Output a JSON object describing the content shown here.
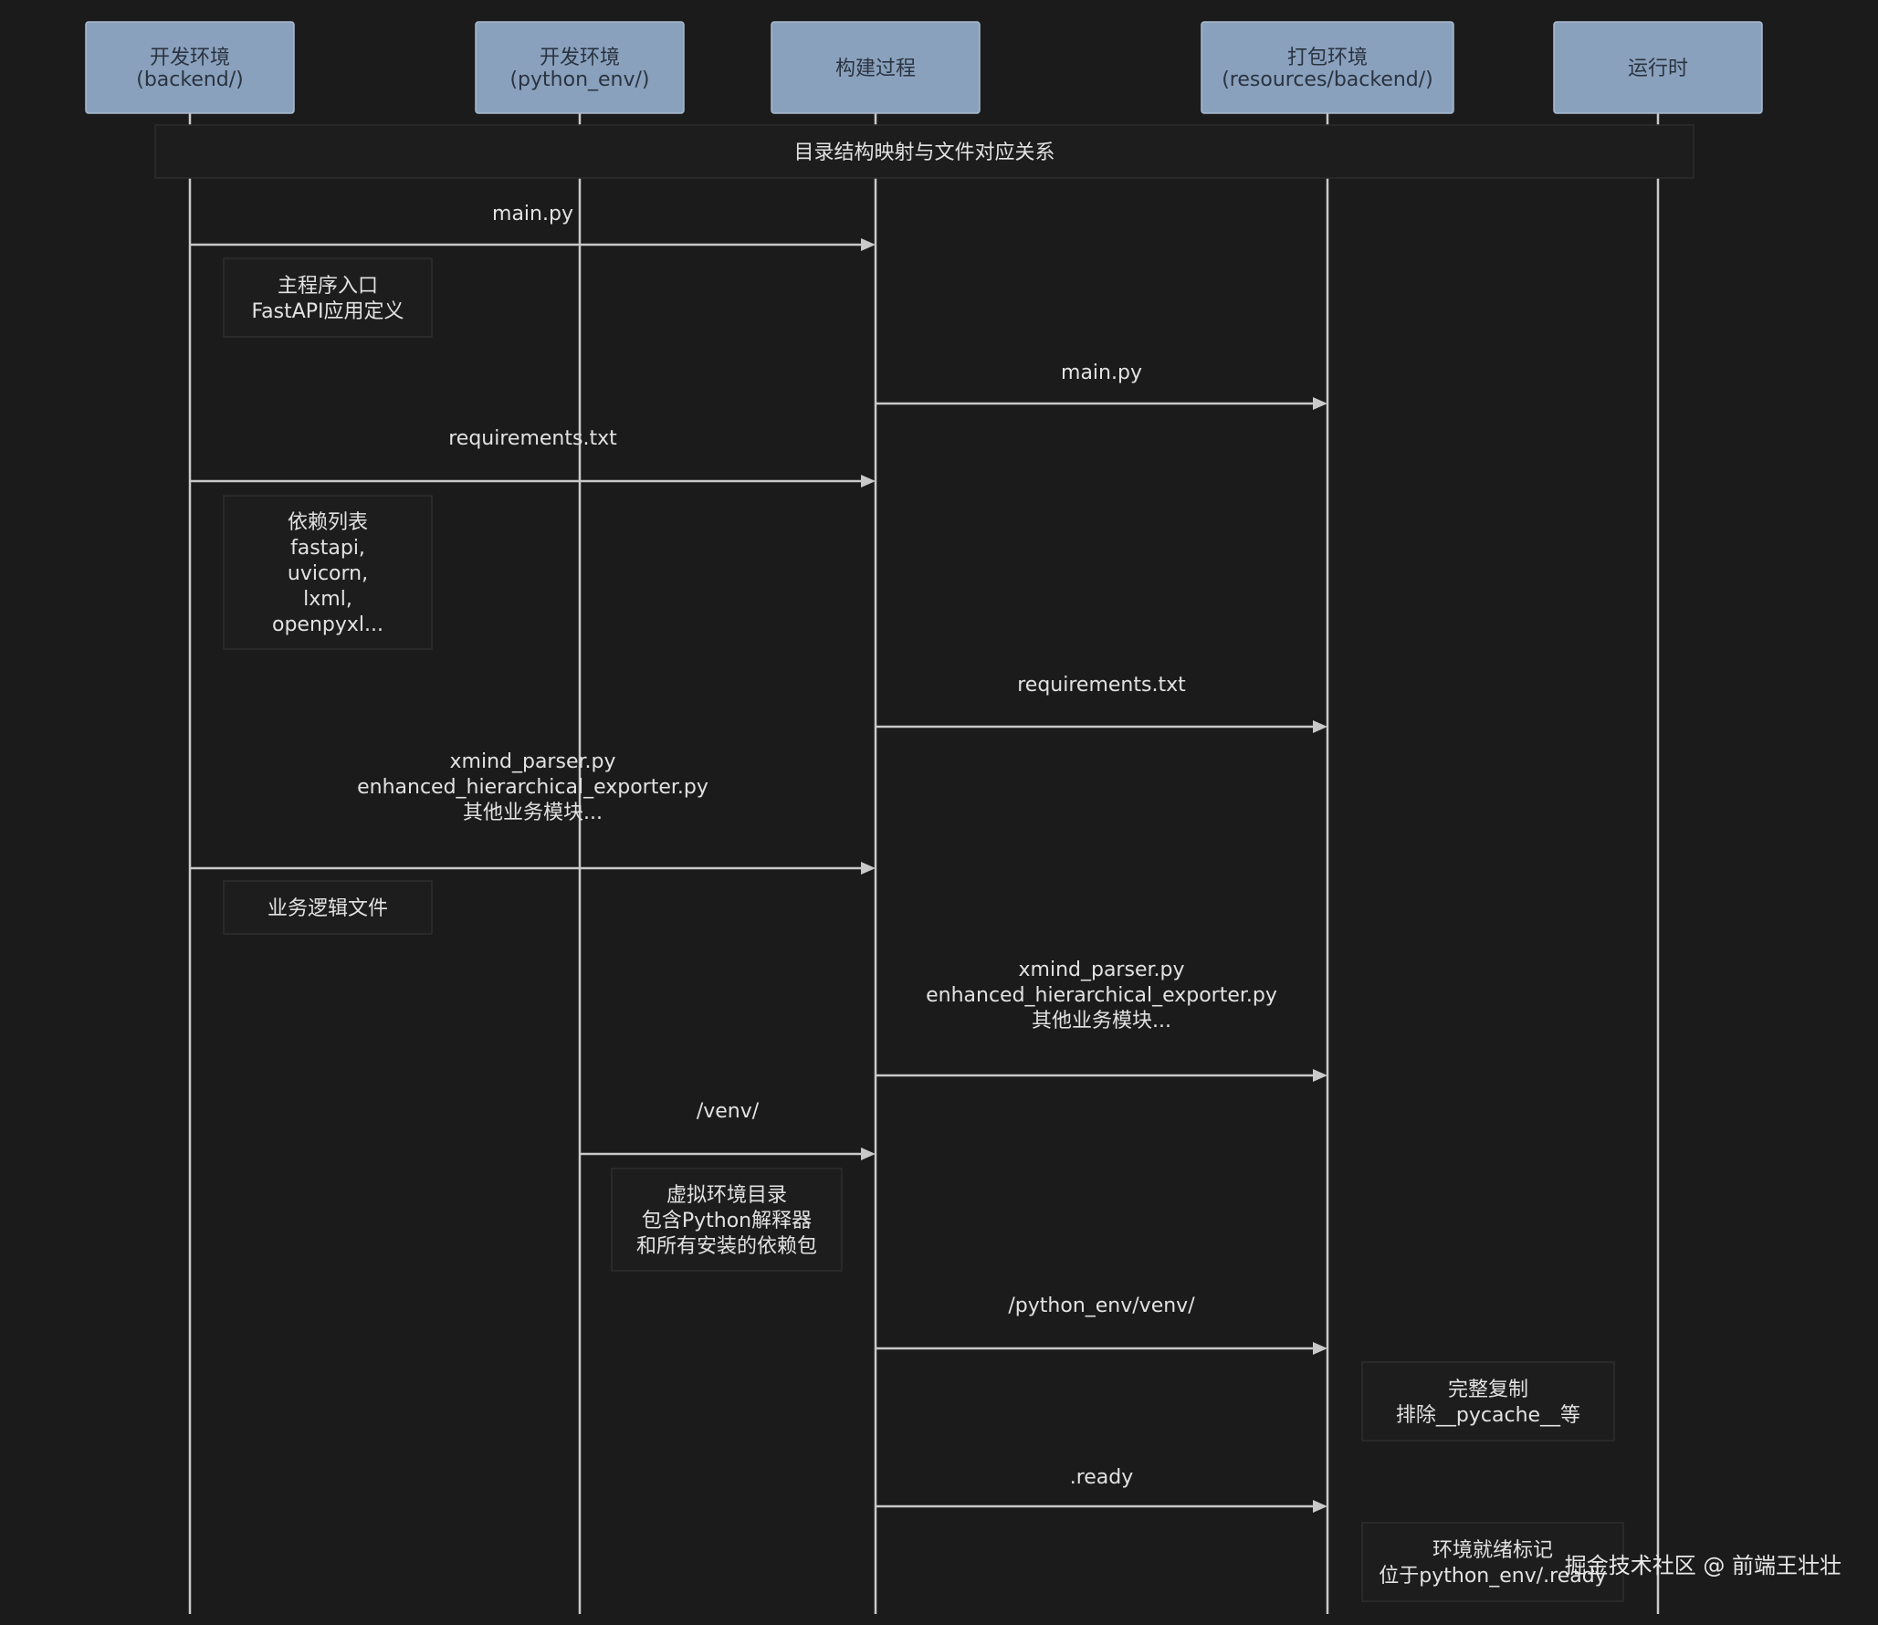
{
  "actors": [
    {
      "id": "dev_backend",
      "lines": [
        "开发环境",
        "(backend/)"
      ]
    },
    {
      "id": "dev_python_env",
      "lines": [
        "开发环境",
        "(python_env/)"
      ]
    },
    {
      "id": "build",
      "lines": [
        "构建过程"
      ]
    },
    {
      "id": "package",
      "lines": [
        "打包环境",
        "(resources/backend/)"
      ]
    },
    {
      "id": "runtime",
      "lines": [
        "运行时"
      ]
    }
  ],
  "frame": {
    "label": "目录结构映射与文件对应关系"
  },
  "steps": [
    {
      "kind": "message",
      "from": "dev_backend",
      "to": "build",
      "lines": [
        "main.py"
      ]
    },
    {
      "kind": "note",
      "over": "dev_backend",
      "lines": [
        "主程序入口",
        "FastAPI应用定义"
      ]
    },
    {
      "kind": "message",
      "from": "build",
      "to": "package",
      "lines": [
        "main.py"
      ]
    },
    {
      "kind": "message",
      "from": "dev_backend",
      "to": "build",
      "lines": [
        "requirements.txt"
      ]
    },
    {
      "kind": "note",
      "over": "dev_backend",
      "lines": [
        "依赖列表",
        "fastapi,",
        "uvicorn,",
        "lxml,",
        "openpyxl..."
      ]
    },
    {
      "kind": "message",
      "from": "build",
      "to": "package",
      "lines": [
        "requirements.txt"
      ]
    },
    {
      "kind": "message",
      "from": "dev_backend",
      "to": "build",
      "lines": [
        "xmind_parser.py",
        "enhanced_hierarchical_exporter.py",
        "其他业务模块..."
      ]
    },
    {
      "kind": "note",
      "over": "dev_backend",
      "lines": [
        "业务逻辑文件"
      ]
    },
    {
      "kind": "message",
      "from": "build",
      "to": "package",
      "lines": [
        "xmind_parser.py",
        "enhanced_hierarchical_exporter.py",
        "其他业务模块..."
      ]
    },
    {
      "kind": "message",
      "from": "dev_python_env",
      "to": "build",
      "lines": [
        "/venv/"
      ]
    },
    {
      "kind": "note",
      "over": "dev_python_env",
      "lines": [
        "虚拟环境目录",
        "包含Python解释器",
        "和所有安装的依赖包"
      ]
    },
    {
      "kind": "message",
      "from": "build",
      "to": "package",
      "lines": [
        "/python_env/venv/"
      ]
    },
    {
      "kind": "note",
      "over": "package",
      "lines": [
        "完整复制",
        "排除__pycache__等"
      ]
    },
    {
      "kind": "message",
      "from": "build",
      "to": "package",
      "lines": [
        ".ready"
      ]
    },
    {
      "kind": "note",
      "over": "package",
      "lines": [
        "环境就绪标记",
        "位于python_env/.ready"
      ]
    }
  ],
  "watermark": "掘金技术社区 @ 前端王壮壮"
}
